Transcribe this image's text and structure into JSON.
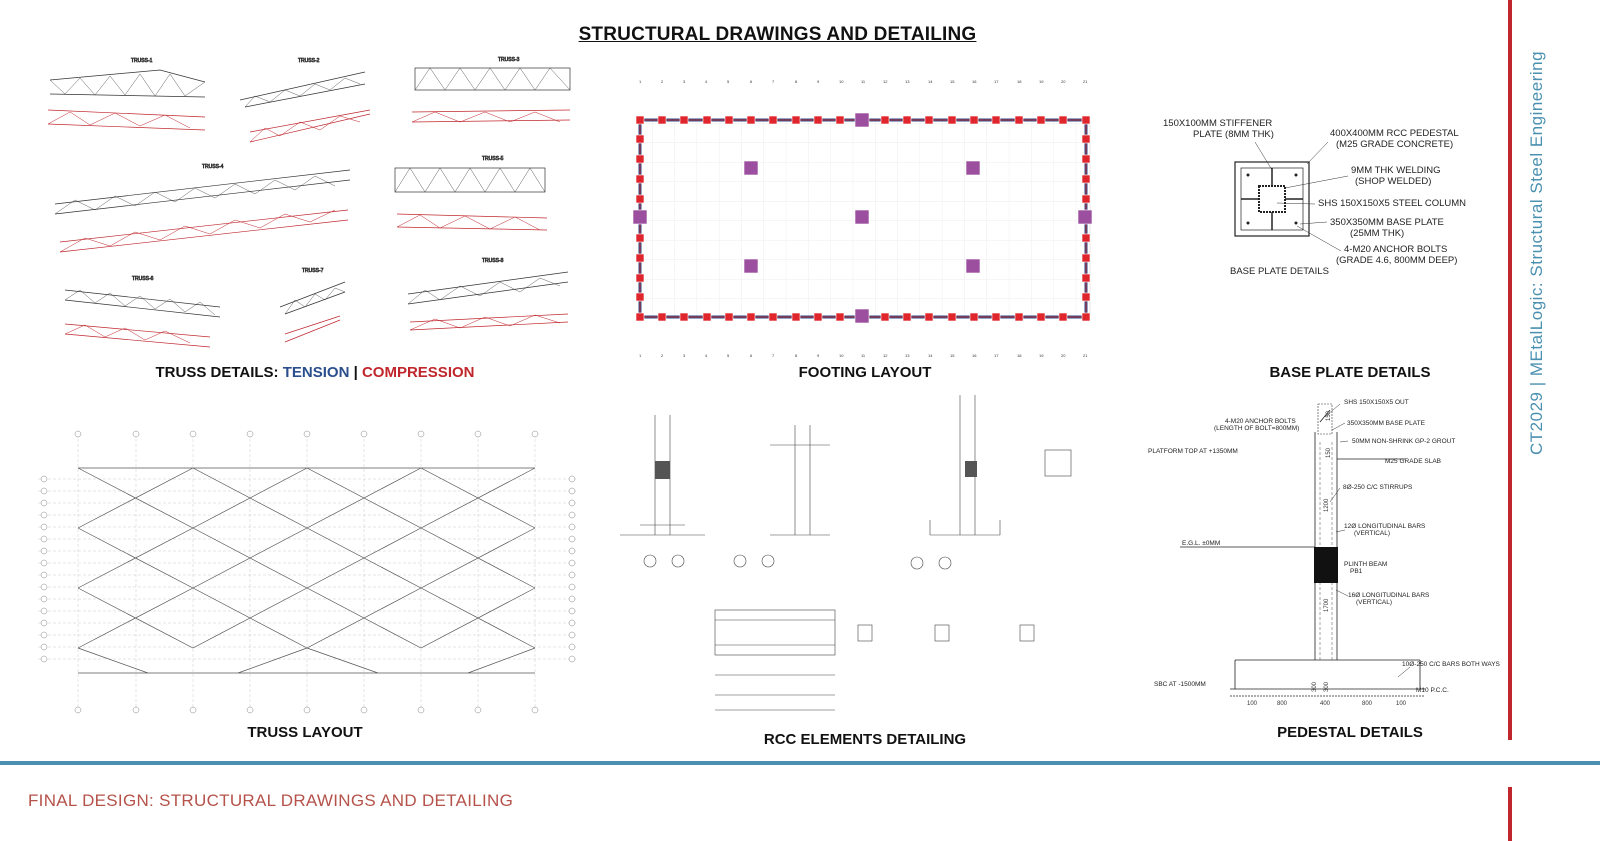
{
  "page": {
    "title": "STRUCTURAL DRAWINGS AND DETAILING",
    "sidebar_text": "CT2029 | MEtalLogic: Structural Steel Engineering",
    "footer_text": "FINAL DESIGN: STRUCTURAL DRAWINGS AND DETAILING"
  },
  "colors": {
    "accent_red": "#c0272d",
    "accent_blue": "#4a90b0",
    "tension": "#2b4f8c",
    "compression": "#c0272d",
    "footing": "#9b4f9e"
  },
  "sections": {
    "truss_details": {
      "prefix": "TRUSS DETAILS: ",
      "tension": "TENSION",
      "separator": " | ",
      "compression": "COMPRESSION"
    },
    "footing_layout": "FOOTING LAYOUT",
    "base_plate_details": "BASE PLATE DETAILS",
    "truss_layout": "TRUSS LAYOUT",
    "rcc_elements": "RCC ELEMENTS DETAILING",
    "pedestal_details": "PEDESTAL DETAILS"
  },
  "trusses": [
    "TRUSS-1",
    "TRUSS-2",
    "TRUSS-3",
    "TRUSS-4",
    "TRUSS-5",
    "TRUSS-6",
    "TRUSS-7",
    "TRUSS-8"
  ],
  "base_plate": {
    "labels": [
      "150X100MM STIFFENER",
      "PLATE (8MM THK)",
      "400X400MM RCC PEDESTAL",
      "(M25 GRADE CONCRETE)",
      "9MM THK WELDING",
      "(SHOP WELDED)",
      "SHS 150X150X5 STEEL COLUMN",
      "350X350MM BASE PLATE",
      "(25MM THK)",
      "4-M20 ANCHOR BOLTS",
      "(GRADE 4.6, 800MM DEEP)"
    ],
    "caption": "BASE PLATE DETAILS"
  },
  "pedestal": {
    "labels": [
      "SHS 150X150X5 OUT",
      "4-M20 ANCHOR BOLTS",
      "(LENGTH OF BOLT=800MM)",
      "350X350MM BASE PLATE",
      "50MM NON-SHRINK GP-2 GROUT",
      "PLATFORM TOP AT +1350MM",
      "M25 GRADE SLAB",
      "8Ø-250 C/C STIRRUPS",
      "12Ø LONGITUDINAL BARS",
      "(VERTICAL)",
      "E.G.L. ±0MM",
      "PLINTH BEAM",
      "PB1",
      "16Ø LONGITUDINAL BARS",
      "(VERTICAL)",
      "10Ø-250 C/C BARS BOTH WAYS",
      "SBC AT -1500MM",
      "M10 P.C.C."
    ],
    "dims": [
      "150",
      "150",
      "1200",
      "1700",
      "300",
      "300",
      "100",
      "800",
      "400",
      "800",
      "100"
    ]
  }
}
